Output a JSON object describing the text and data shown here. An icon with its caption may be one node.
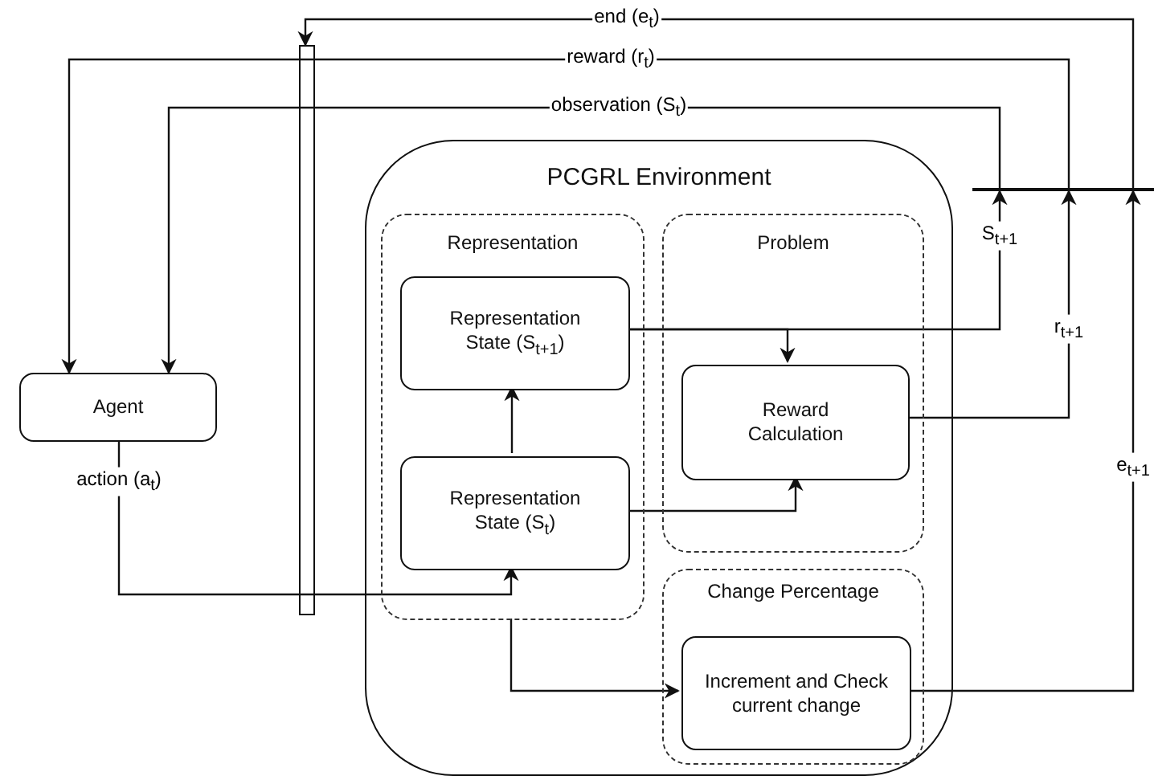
{
  "diagram": {
    "nodes": [
      {
        "text": [
          "Agent"
        ]
      },
      {
        "text": [],
        "shape": "bar"
      },
      {
        "text": [
          "PCGRL Environment"
        ]
      },
      {
        "text": [
          "Representation"
        ],
        "in": 2
      },
      {
        "text": [
          "Representation State (S$_{t+1}$)"
        ],
        "in": 3
      },
      {
        "text": [
          "Representation State (S$_{t}$)"
        ],
        "in": 3
      },
      {
        "text": [
          "Problem"
        ],
        "in": 2
      },
      {
        "text": [
          "Reward Calculation"
        ],
        "in": 6
      },
      {
        "text": [
          "Change Percentage"
        ],
        "in": 2
      },
      {
        "text": [
          "Increment and Check current change"
        ],
        "in": 8
      },
      {
        "text": [],
        "shape": "bar"
      }
    ],
    "edges": [
      {
        "from": 0,
        "to": 5,
        "arrow": "to",
        "label": "action (a$_{t}$)"
      },
      {
        "from": 5,
        "to": 4,
        "arrow": "to"
      },
      {
        "from": 4,
        "to": 7,
        "arrow": "to"
      },
      {
        "from": 5,
        "to": 7,
        "arrow": "to"
      },
      {
        "from": 4,
        "to": 10,
        "arrow": "to",
        "label": "S$_{t+1}$"
      },
      {
        "from": 7,
        "to": 10,
        "arrow": "to",
        "label": "r$_{t+1}$"
      },
      {
        "from": 9,
        "to": 10,
        "arrow": "to",
        "label": "e$_{t+1}$"
      },
      {
        "from": 3,
        "to": 9,
        "arrow": "to"
      },
      {
        "from": 10,
        "to": 0,
        "arrow": "to",
        "label": "observation (S$_{t}$)"
      },
      {
        "from": 10,
        "to": 0,
        "arrow": "to",
        "label": "reward (r$_{t}$)"
      },
      {
        "from": 10,
        "to": 1,
        "arrow": "to",
        "label": "end (e$_{t}$)"
      }
    ]
  }
}
